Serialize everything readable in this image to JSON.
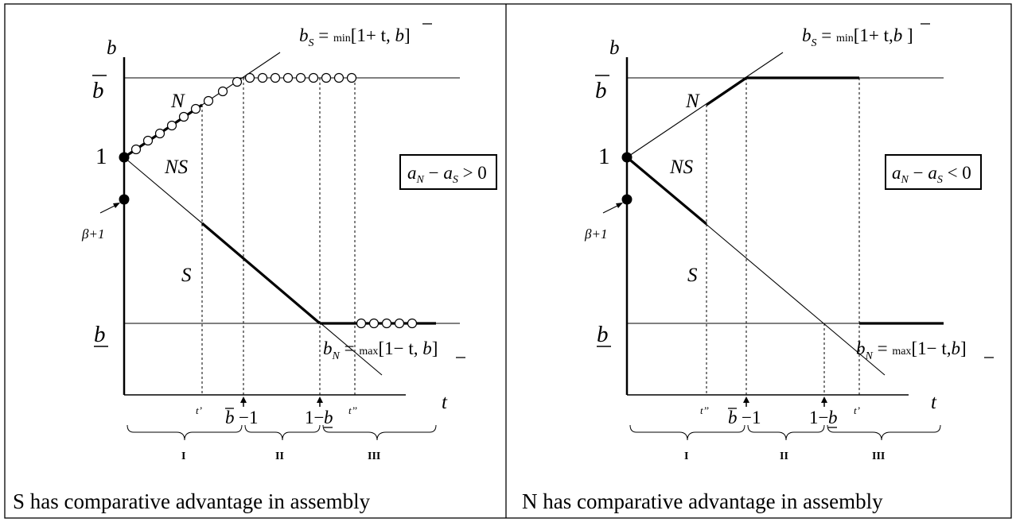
{
  "panels": [
    {
      "id": "left",
      "caption": "S has comparative advantage in assembly",
      "axis_y": "b",
      "axis_x": "t",
      "b_bar": "b",
      "b_under": "b",
      "one": "1",
      "beta": "β+1",
      "region_n": "N",
      "region_ns": "NS",
      "region_s": "S",
      "bs_label": {
        "main": "b",
        "sub": "S",
        "eq": " = ",
        "fn": "min",
        "args": "[1+ t, ",
        "barvar": "b",
        "close": "]"
      },
      "bn_label": {
        "main": "b",
        "sub": "N",
        "eq": " = ",
        "fn": "max",
        "args": "[1− t, ",
        "undervar": "b",
        "close": "]"
      },
      "condition": {
        "a": "a",
        "subN": "N",
        "minus": " − ",
        "a2": "a",
        "subS": "S",
        "rel": " > 0"
      },
      "ticks": {
        "t1": "t’",
        "bbar_minus": "−1",
        "bbar": "b",
        "one_minus": "1−",
        "bunder": "b",
        "t2": "t’’"
      },
      "regions": [
        "I",
        "II",
        "III"
      ]
    },
    {
      "id": "right",
      "caption": "N has comparative advantage in assembly",
      "axis_y": "b",
      "axis_x": "t",
      "b_bar": "b",
      "b_under": "b",
      "one": "1",
      "beta": "β+1",
      "region_n": "N",
      "region_ns": "NS",
      "region_s": "S",
      "bs_label": {
        "main": "b",
        "sub": "S",
        "eq": " = ",
        "fn": "min",
        "args": "[1+ t,",
        "barvar": "b",
        "close": " ]"
      },
      "bn_label": {
        "main": "b",
        "sub": "N",
        "eq": " = ",
        "fn": "max",
        "args": "[1− t,",
        "undervar": "b",
        "close": "]"
      },
      "condition": {
        "a": "a",
        "subN": "N",
        "minus": " − ",
        "a2": "a",
        "subS": "S",
        "rel": " < 0"
      },
      "ticks": {
        "t1": "t’’",
        "bbar_minus": "−1",
        "bbar": "b",
        "one_minus": "1−",
        "bunder": "b",
        "t2": "t’"
      },
      "regions": [
        "I",
        "II",
        "III"
      ]
    }
  ]
}
